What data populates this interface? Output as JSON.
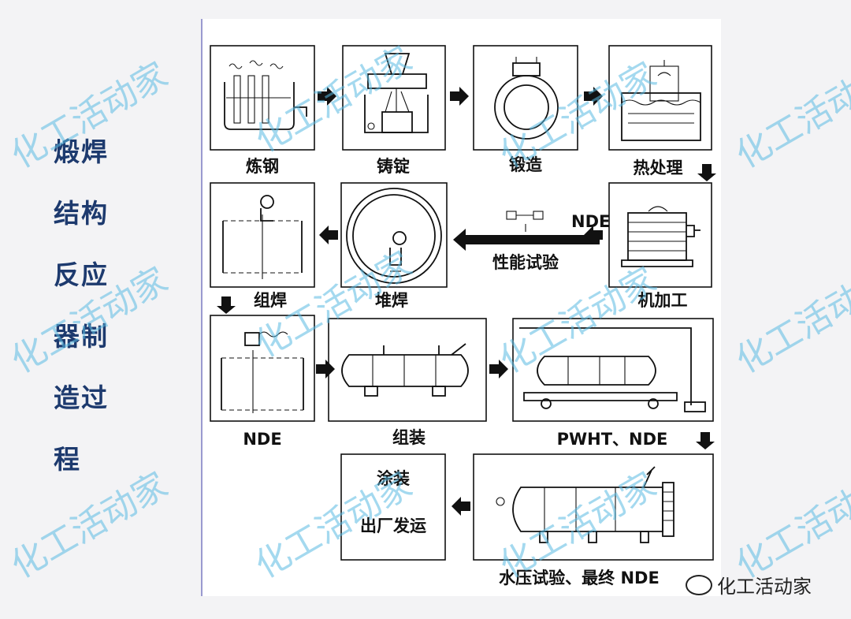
{
  "title_lines": [
    "煅焊",
    "结构",
    "反应",
    "器制",
    "造过",
    "程"
  ],
  "steps": {
    "s1": "炼钢",
    "s2": "铸锭",
    "s3": "锻造",
    "s4": "热处理",
    "s5": "机加工",
    "s6": "堆焊",
    "s7": "组焊",
    "s8": "NDE",
    "s9": "组装",
    "s10": "PWHT、NDE",
    "s11": "水压试验、最终 NDE",
    "s12_line1": "涂装",
    "s12_line2": "出厂发运"
  },
  "transition": {
    "label": "性能试验",
    "nde": "NDE"
  },
  "watermark": "化工活动家",
  "brand": "化工活动家"
}
